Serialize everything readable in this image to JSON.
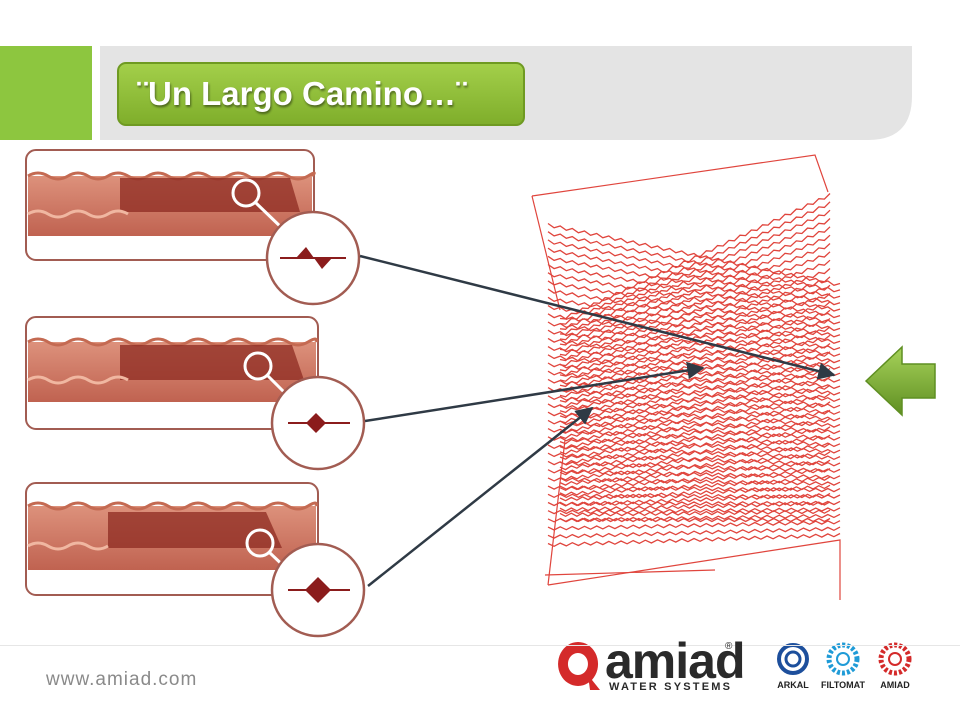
{
  "slide": {
    "title": "¨Un Largo Camino…¨",
    "website": "www.amiad.com"
  },
  "logos": {
    "amiad_word": "amiad",
    "amiad_registered": "®",
    "amiad_subtitle": "WATER SYSTEMS",
    "brands": [
      "ARKAL",
      "FILTOMAT",
      "AMIAD"
    ]
  },
  "colors": {
    "accent_green": "#8dc63f",
    "header_gray": "#e4e4e4",
    "disc_red": "#e0453d",
    "frame_brown": "#a25c52",
    "arrow_dark": "#2f3a45",
    "arkal_blue": "#1d4f9c",
    "filtomat_blue": "#1f9bd7",
    "amiad_red": "#d42a2a"
  },
  "icons": [
    "green-left-arrow-icon",
    "zoom-circle-icon",
    "arkal-logo-icon",
    "filtomat-logo-icon",
    "amiad-ring-logo-icon"
  ]
}
